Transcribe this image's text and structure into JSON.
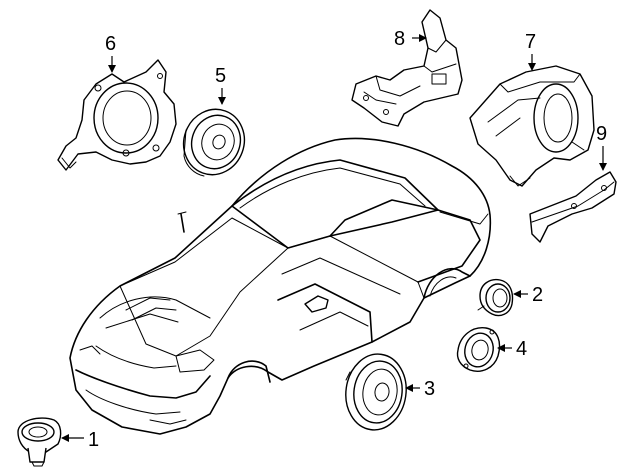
{
  "diagram": {
    "parts": [
      {
        "number": "1",
        "icon": "small-tweeter-speaker-icon"
      },
      {
        "number": "2",
        "icon": "tweeter-speaker-icon"
      },
      {
        "number": "3",
        "icon": "door-speaker-icon"
      },
      {
        "number": "4",
        "icon": "midrange-speaker-icon"
      },
      {
        "number": "5",
        "icon": "front-speaker-icon"
      },
      {
        "number": "6",
        "icon": "speaker-bracket-icon"
      },
      {
        "number": "7",
        "icon": "subwoofer-enclosure-icon"
      },
      {
        "number": "8",
        "icon": "amplifier-bracket-icon"
      },
      {
        "number": "9",
        "icon": "mounting-bracket-icon"
      }
    ]
  }
}
